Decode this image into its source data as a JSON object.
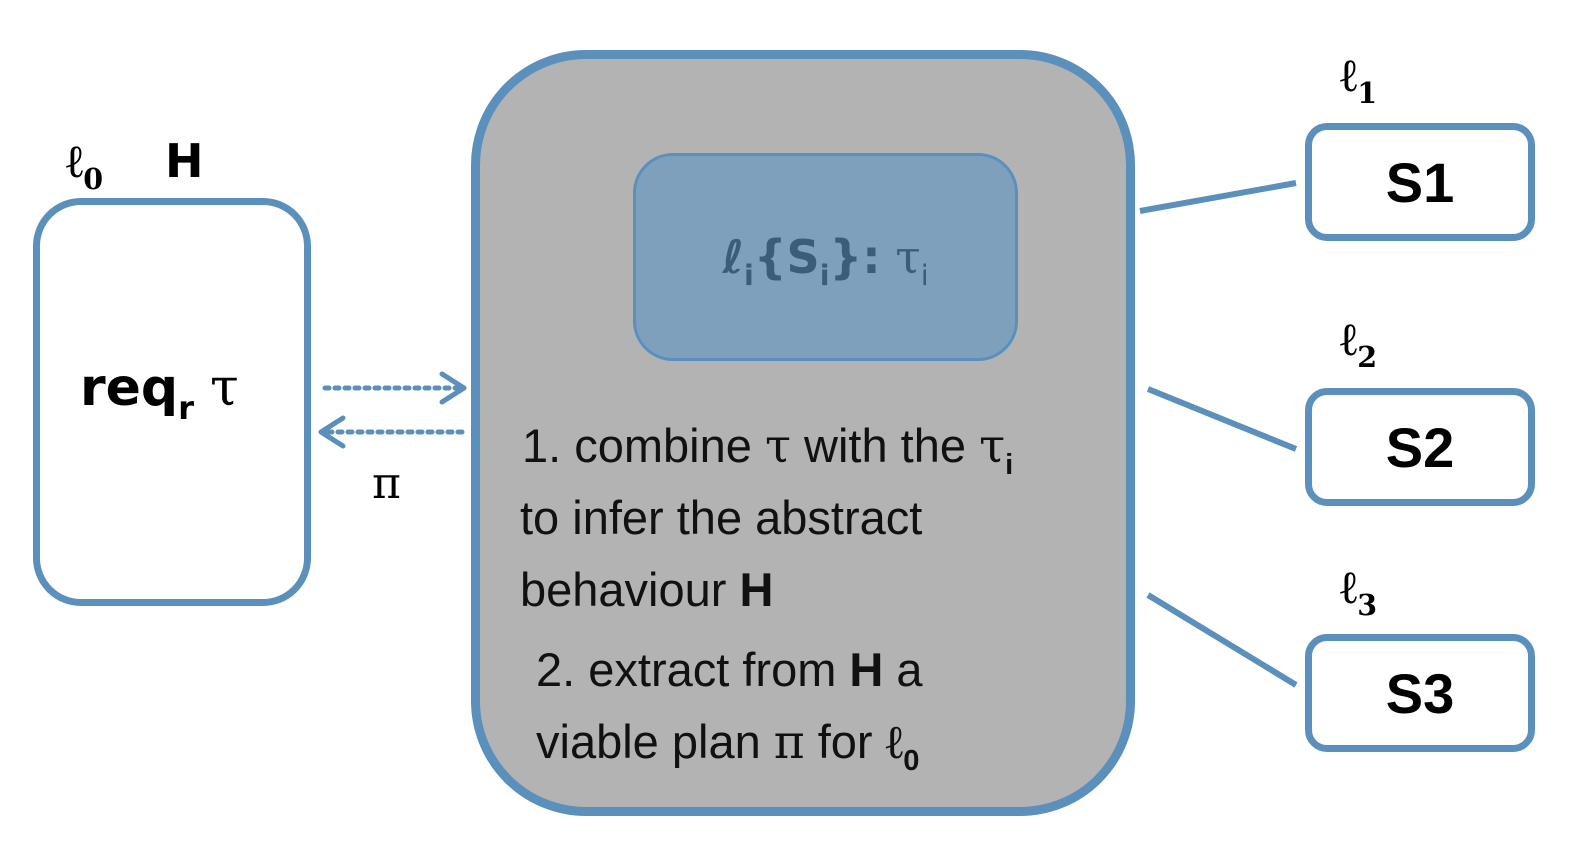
{
  "client": {
    "location": "ℓ",
    "location_index": "0",
    "history": "H",
    "request": "req",
    "request_index": "r",
    "type": "τ"
  },
  "channel": {
    "plan_label": "π"
  },
  "broker": {
    "repository": {
      "loc": "ℓ",
      "loc_index": "i",
      "set_open": "{S",
      "set_index": "i",
      "set_close": "}:",
      "type": "τ",
      "type_index": "i"
    },
    "step1": {
      "line1_prefix": "1. combine ",
      "tau": "τ",
      "line1_mid": " with the ",
      "tau_i": "τ",
      "tau_i_index": "i",
      "line2": "to infer the abstract",
      "line3_prefix": "behaviour ",
      "line3_bold": "H"
    },
    "step2": {
      "line1_prefix": "2. extract from ",
      "line1_bold": "H",
      "line1_suffix": " a",
      "line2_prefix": "viable plan ",
      "pi": "π",
      "line2_mid": " for ",
      "loc": "ℓ",
      "loc_index": "0"
    }
  },
  "services": [
    {
      "loc": "ℓ",
      "loc_index": "1",
      "name": "S1"
    },
    {
      "loc": "ℓ",
      "loc_index": "2",
      "name": "S2"
    },
    {
      "loc": "ℓ",
      "loc_index": "3",
      "name": "S3"
    }
  ],
  "colors": {
    "border_blue": "#5b8fbc",
    "broker_fill": "#b3b3b3",
    "repository_fill": "#7fa0bc",
    "repository_text": "#3c5c7c"
  }
}
